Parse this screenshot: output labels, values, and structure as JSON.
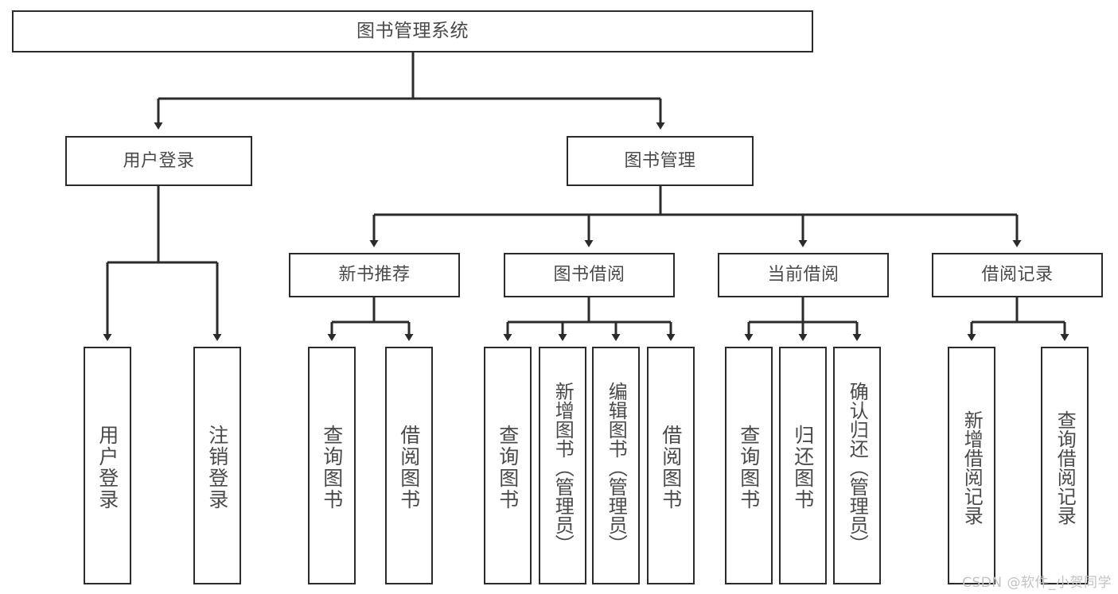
{
  "diagram": {
    "title": "图书管理系统",
    "type": "hierarchy-tree",
    "watermark": "CSDN @软件_小贺同学",
    "colors": {
      "box_border": "#2b2b2b",
      "box_fill": "#ffffff",
      "text": "#4a4a4a",
      "edge": "#2b2b2b",
      "watermark": "#c2c2c2"
    },
    "levels": [
      {
        "level": 1,
        "nodes": [
          {
            "id": "root",
            "label": "图书管理系统"
          }
        ]
      },
      {
        "level": 2,
        "nodes": [
          {
            "id": "user-login",
            "label": "用户登录",
            "parent": "root"
          },
          {
            "id": "book-manage",
            "label": "图书管理",
            "parent": "root"
          }
        ]
      },
      {
        "level": 3,
        "nodes": [
          {
            "id": "new-book-rec",
            "label": "新书推荐",
            "parent": "book-manage"
          },
          {
            "id": "book-borrow",
            "label": "图书借阅",
            "parent": "book-manage"
          },
          {
            "id": "current-borrow",
            "label": "当前借阅",
            "parent": "book-manage"
          },
          {
            "id": "borrow-record",
            "label": "借阅记录",
            "parent": "book-manage"
          }
        ]
      },
      {
        "level": 4,
        "nodes": [
          {
            "id": "leaf-user-login",
            "label": "用户登录",
            "parent": "user-login"
          },
          {
            "id": "leaf-logout",
            "label": "注销登录",
            "parent": "user-login"
          },
          {
            "id": "leaf-query-book-1",
            "label": "查询图书",
            "parent": "new-book-rec"
          },
          {
            "id": "leaf-borrow-book-1",
            "label": "借阅图书",
            "parent": "new-book-rec"
          },
          {
            "id": "leaf-query-book-2",
            "label": "查询图书",
            "parent": "book-borrow"
          },
          {
            "id": "leaf-add-book",
            "label": "新增图书（管理员）",
            "parent": "book-borrow"
          },
          {
            "id": "leaf-edit-book",
            "label": "编辑图书（管理员）",
            "parent": "book-borrow"
          },
          {
            "id": "leaf-borrow-book-2",
            "label": "借阅图书",
            "parent": "book-borrow"
          },
          {
            "id": "leaf-query-book-3",
            "label": "查询图书",
            "parent": "current-borrow"
          },
          {
            "id": "leaf-return-book",
            "label": "归还图书",
            "parent": "current-borrow"
          },
          {
            "id": "leaf-confirm-return",
            "label": "确认归还（管理员）",
            "parent": "current-borrow"
          },
          {
            "id": "leaf-add-record",
            "label": "新增借阅记录",
            "parent": "borrow-record"
          },
          {
            "id": "leaf-query-record",
            "label": "查询借阅记录",
            "parent": "borrow-record"
          }
        ]
      }
    ]
  }
}
